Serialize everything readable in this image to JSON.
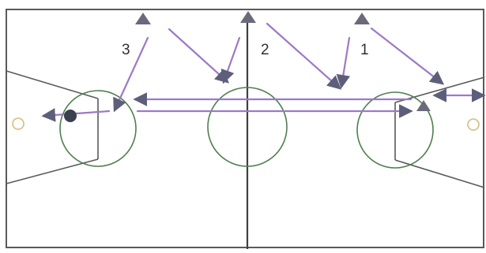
{
  "diagram": {
    "labels": {
      "player_1": "1",
      "player_2": "2",
      "player_3": "3"
    },
    "colors": {
      "court": "#5a5a5a",
      "center_line": "#3f3f3f",
      "circles": "#4f7f4f",
      "movement_arrows": "#9b79c8",
      "players": "#6a6a7a",
      "ball": "#3b3f4e",
      "hoop": "#d8c48a"
    },
    "icons": {
      "player": "triangle-player-icon",
      "ball": "ball-icon",
      "hoop": "hoop-icon"
    }
  }
}
